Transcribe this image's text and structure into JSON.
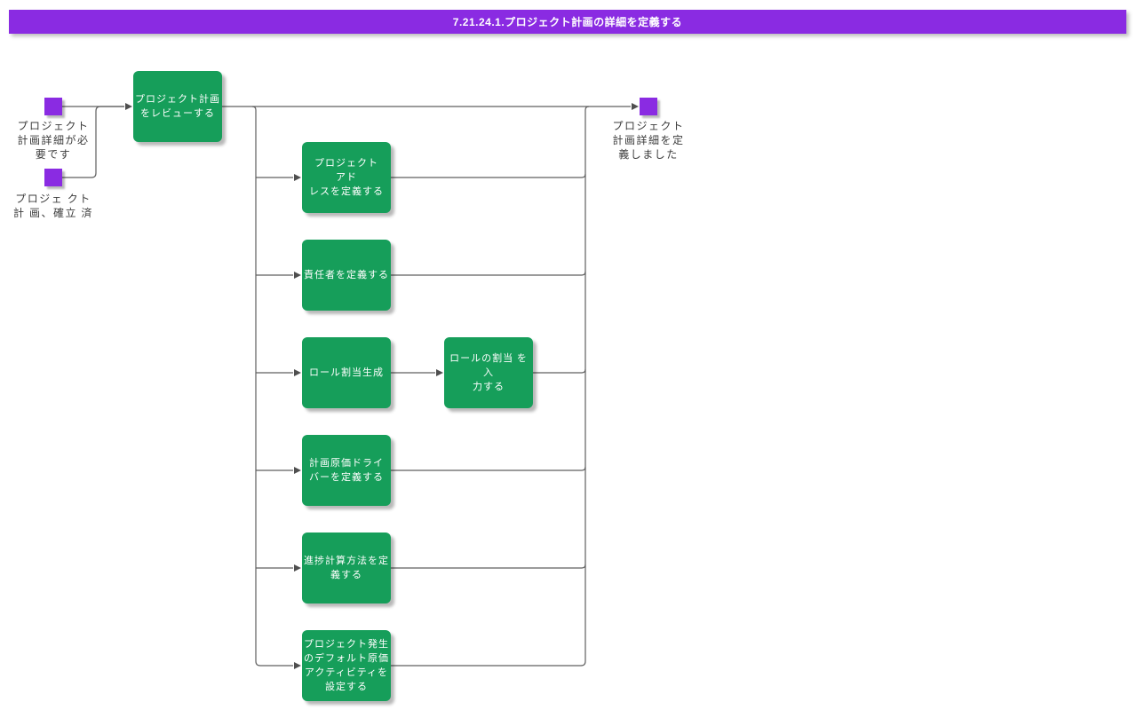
{
  "title": {
    "text": "7.21.24.1.プロジェクト計画の詳細を定義する"
  },
  "colors": {
    "accent-purple": "#8A2BE2",
    "node-green": "#169E5A",
    "connector-gray": "#5F5F5F",
    "arrow-gray": "#4F4F4F",
    "label-text": "#3C3C3C",
    "node-text": "#FFFFFF",
    "title-text": "#FFFFFF",
    "page-bg": "#FFFFFF"
  },
  "events": {
    "start_primary": {
      "label": "プロジェクト\n計画詳細が必\n要です"
    },
    "start_secondary": {
      "label": "プロジェ クト\n計 画、確立 済"
    },
    "end": {
      "label": "プロジェクト\n計画詳細を定\n義しました"
    }
  },
  "tasks": {
    "review": {
      "label": "プロジェクト計画\nをレビューする"
    },
    "address": {
      "label": "プロジェクト\nアド\nレスを定義する"
    },
    "responsible": {
      "label": "責任者を定義する"
    },
    "role_generate": {
      "label": "ロール割当生成"
    },
    "role_enter": {
      "label": "ロールの割当 を入\n力する"
    },
    "cost_driver": {
      "label": "計画原価ドライ\nバーを定義する"
    },
    "progress_method": {
      "label": "進捗計算方法を定\n義する"
    },
    "default_cost_activity": {
      "label": "プロジェクト発生\nのデフォルト原価\nアクティビティを\n設定する"
    }
  }
}
